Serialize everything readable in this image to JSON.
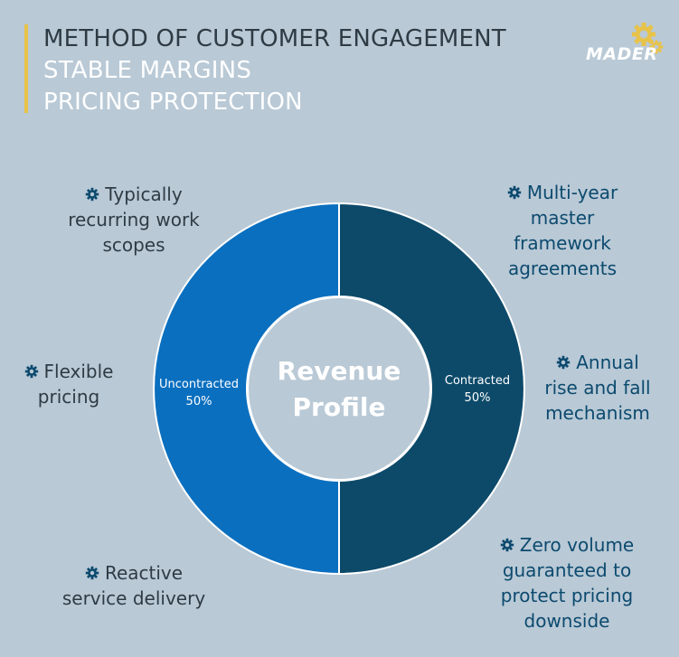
{
  "header": {
    "line1": "METHOD OF CUSTOMER ENGAGEMENT",
    "line2": "STABLE MARGINS",
    "line3": "PRICING PROTECTION"
  },
  "logo": {
    "text": "MADER",
    "icon": "gear-icon"
  },
  "colors": {
    "background": "#b9c9d6",
    "uncontracted": "#0a6fbf",
    "contracted": "#0d4a6a",
    "center": "#b9c9d6",
    "accent": "#e8c34a"
  },
  "chart_data": {
    "type": "pie",
    "title": "Revenue Profile",
    "title_lines": [
      "Revenue",
      "Profile"
    ],
    "slices": [
      {
        "label": "Contracted",
        "value": 50,
        "value_label": "50%",
        "color": "#0d4a6a"
      },
      {
        "label": "Uncontracted",
        "value": 50,
        "value_label": "50%",
        "color": "#0a6fbf"
      }
    ]
  },
  "notes": {
    "left": [
      {
        "lines": [
          "Typically",
          "recurring work",
          "scopes"
        ]
      },
      {
        "lines": [
          "Flexible",
          "pricing"
        ]
      },
      {
        "lines": [
          "Reactive",
          "service delivery"
        ]
      }
    ],
    "right": [
      {
        "lines": [
          "Multi-year",
          "master",
          "framework",
          "agreements"
        ]
      },
      {
        "lines": [
          "Annual",
          "rise and fall",
          "mechanism"
        ]
      },
      {
        "lines": [
          "Zero volume",
          "guaranteed to",
          "protect pricing",
          "downside"
        ]
      }
    ]
  }
}
